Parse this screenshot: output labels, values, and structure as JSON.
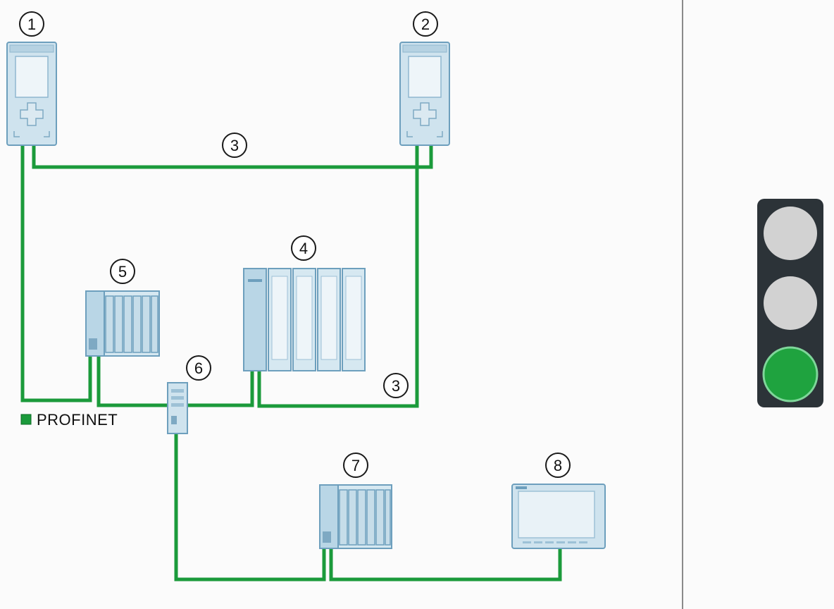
{
  "colors": {
    "network_line": "#1b9a3b",
    "device_fill": "#cfe3ee",
    "device_stroke": "#6d9fbd",
    "screen_fill": "#e9f2f7",
    "separator": "#8a8a8a",
    "signal_housing": "#2c3338",
    "lamp_off": "#d2d2d2",
    "lamp_on": "#1fa33f"
  },
  "callouts": [
    {
      "id": "c1",
      "label": "1"
    },
    {
      "id": "c2",
      "label": "2"
    },
    {
      "id": "c3a",
      "label": "3"
    },
    {
      "id": "c3b",
      "label": "3"
    },
    {
      "id": "c4",
      "label": "4"
    },
    {
      "id": "c5",
      "label": "5"
    },
    {
      "id": "c6",
      "label": "6"
    },
    {
      "id": "c7",
      "label": "7"
    },
    {
      "id": "c8",
      "label": "8"
    }
  ],
  "legend": {
    "label": "PROFINET",
    "swatch_color": "#1b9a3b"
  },
  "status_light": {
    "lamps": [
      "off",
      "off",
      "on"
    ]
  }
}
